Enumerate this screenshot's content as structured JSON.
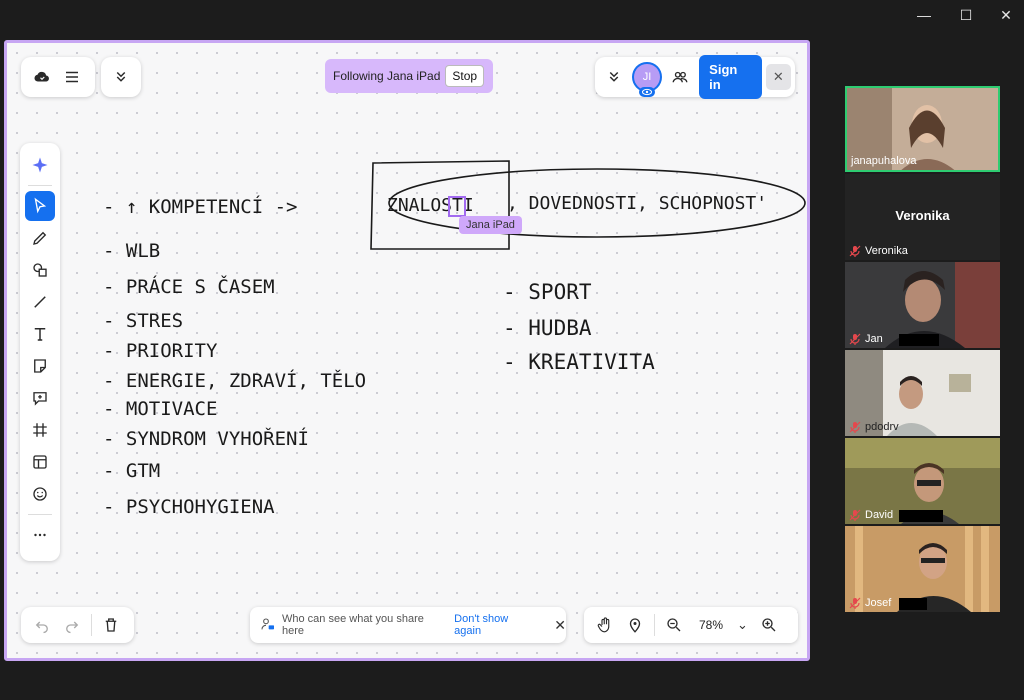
{
  "window": {
    "minimize": "—",
    "maximize": "☐",
    "close": "✕"
  },
  "board": {
    "follow_text": "Following Jana iPad",
    "stop_label": "Stop",
    "avatar_initials": "JI",
    "signin_label": "Sign in",
    "close_label": "✕",
    "cursor_label": "Jana iPad",
    "share_text": "Who can see what you share here",
    "share_link": "Don't show again",
    "share_close": "✕",
    "zoom": "78%",
    "zoom_caret": "⌄"
  },
  "handwriting": {
    "title_left": "- ↑ KOMPETENCÍ ->",
    "title_box": "ZNALOSTI",
    "title_right": ", DOVEDNOSTI, SCHOPNOST'",
    "list_left": [
      "-  WLB",
      "-  PRÁCE S ČASEM",
      "-  STRES",
      "-  PRIORITY",
      "-  ENERGIE, ZDRAVÍ, TĚLO",
      "- MOTIVACE",
      "- SYNDROM VYHOŘENÍ",
      "-  GTM",
      "- PSYCHOHYGIENA"
    ],
    "list_right": [
      "-  SPORT",
      "-  HUDBA",
      "- KREATIVITA"
    ]
  },
  "participants": [
    {
      "name": "janapuhalova",
      "muted": false,
      "active": true,
      "bg": "#b69d8a"
    },
    {
      "name": "Veronika",
      "muted": true,
      "active": false,
      "bg": "#232323"
    },
    {
      "name": "Jan",
      "muted": true,
      "active": false,
      "bg": "#3a3a3c"
    },
    {
      "name": "pdodrv",
      "muted": true,
      "active": false,
      "bg": "#d9d7d2"
    },
    {
      "name": "David",
      "muted": true,
      "active": false,
      "bg": "#6e6a40"
    },
    {
      "name": "Josef",
      "muted": true,
      "active": false,
      "bg": "#c89b66"
    }
  ],
  "veronika_center": "Veronika",
  "colors": {
    "accent": "#1570ef",
    "follow": "#d7b8fb",
    "board_border": "#c7a6f3",
    "mute": "#e5484d"
  }
}
